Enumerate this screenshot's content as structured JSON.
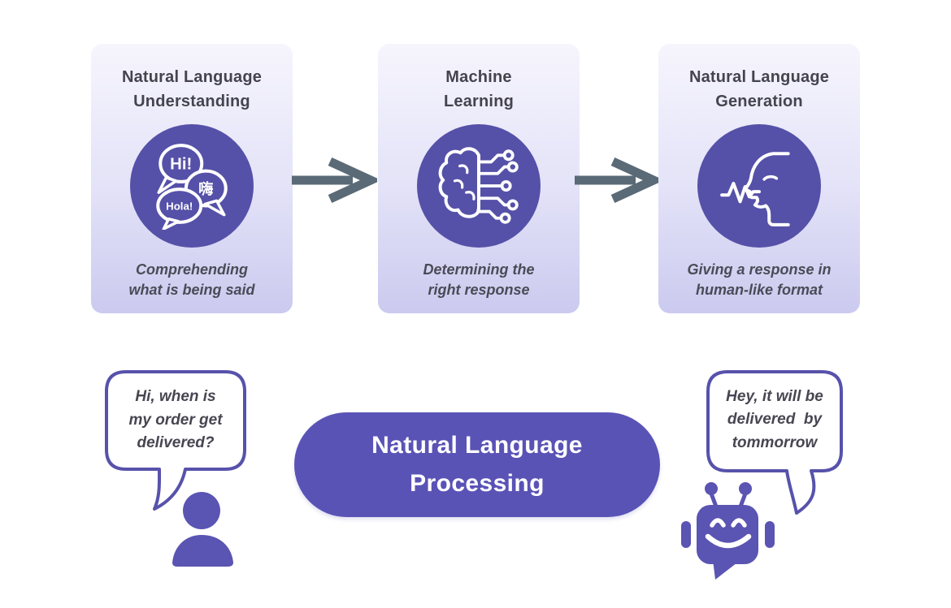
{
  "colors": {
    "accent_purple": "#5551a8",
    "deep_purple": "#5a53b6",
    "solid_figure_purple": "#5a54b2",
    "arrow_gray": "#5a6a76",
    "card_gradient_top": "#f6f5fd",
    "card_gradient_bottom": "#cbcaef",
    "title_text": "#45444e",
    "caption_text": "#4b4b57",
    "bubble_outline": "#5752ab"
  },
  "pipeline": {
    "steps": [
      {
        "title": "Natural Language\nUnderstanding",
        "caption": "Comprehending\nwhat is being said",
        "icon": "language-bubbles-icon",
        "bubble_texts": {
          "en": "Hi!",
          "zh": "嗨",
          "es": "Hola!"
        }
      },
      {
        "title": "Machine\nLearning",
        "caption": "Determining the\nright response",
        "icon": "brain-circuit-icon"
      },
      {
        "title": "Natural Language\nGeneration",
        "caption": "Giving a response in\nhuman-like format",
        "icon": "speaking-head-icon"
      }
    ]
  },
  "conversation": {
    "user_message": "Hi, when is\nmy order get\ndelivered?",
    "bot_message": "Hey, it will be\ndelivered  by\ntommorrow",
    "process_label": "Natural Language\nProcessing"
  }
}
